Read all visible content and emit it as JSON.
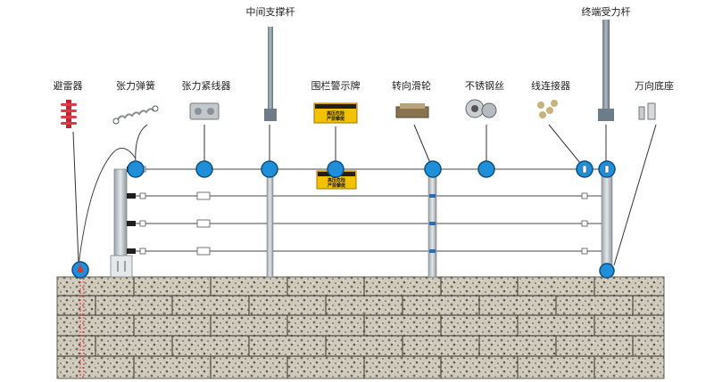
{
  "labels": {
    "lightning_arrester": "避雷器",
    "tension_spring": "张力弹簧",
    "tensioner": "张力紧线器",
    "middle_post": "中间支撑杆",
    "warning_sign": "围栏警示牌",
    "pulley": "转向滑轮",
    "steel_wire": "不锈钢丝",
    "wire_connector": "线连接器",
    "end_post": "终端受力杆",
    "universal_base": "万向底座"
  },
  "sign": {
    "header": "高压电网",
    "line1": "高压危险",
    "line2": "严禁攀爬"
  },
  "colors": {
    "callout_blue": "#1e8fd8",
    "post_gray": "#b8bfc4",
    "wall_mortar": "#7a7a6e",
    "sign_yellow": "#f2c100",
    "arrester_red": "#c8323c"
  }
}
